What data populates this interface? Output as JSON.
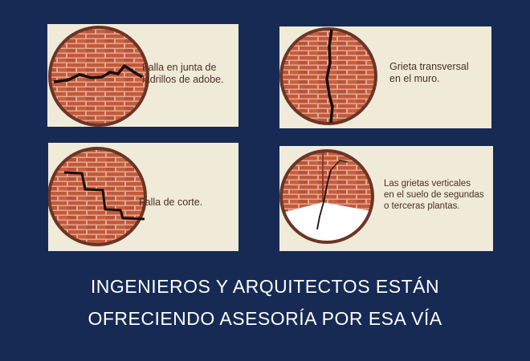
{
  "cards": [
    {
      "caption_lines": [
        "Falla en junta de",
        "ladrillos de adobe."
      ],
      "icon": "brick-wall-horizontal-crack"
    },
    {
      "caption_lines": [
        "Grieta transversal",
        "en el muro."
      ],
      "icon": "brick-wall-vertical-crack"
    },
    {
      "caption_lines": [
        "Falla de corte."
      ],
      "icon": "brick-wall-stepped-crack"
    },
    {
      "caption_lines": [
        "Las grietas verticales",
        "en el suelo de segundas",
        "o terceras plantas."
      ],
      "icon": "brick-corner-floor-crack"
    }
  ],
  "headline": {
    "line1": "INGENIEROS Y ARQUITECTOS ESTÁN",
    "line2": "OFRECIENDO ASESORÍA POR ESA VÍA"
  },
  "colors": {
    "background": "#162a54",
    "card": "#f0ead8",
    "brick": "#c25a3c",
    "mortar": "#e8b8a0",
    "rim": "#6b3526"
  }
}
